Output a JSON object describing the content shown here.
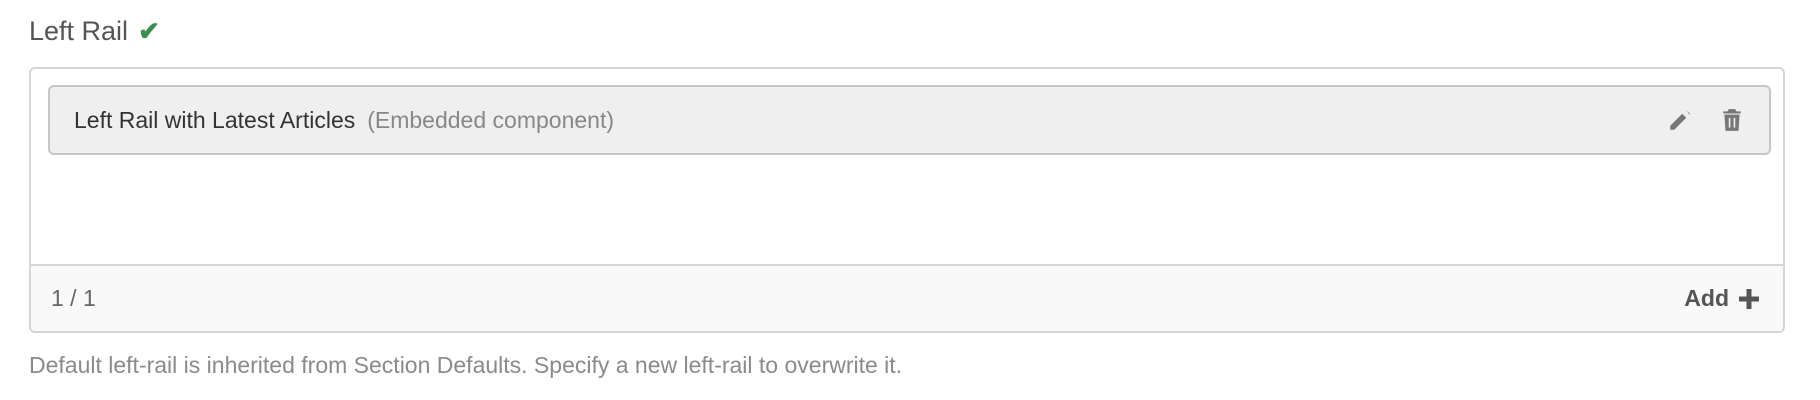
{
  "field": {
    "label": "Left Rail",
    "status_icon": "check-icon",
    "status_color": "#3a8f4e"
  },
  "items": [
    {
      "name": "Left Rail with Latest Articles",
      "type": "(Embedded component)",
      "actions": [
        "pencil-icon",
        "trash-icon"
      ]
    }
  ],
  "footer": {
    "count": "1 / 1",
    "add_label": "Add",
    "add_icon": "plus-icon"
  },
  "help_text": "Default left-rail is inherited from Section Defaults. Specify a new left-rail to overwrite it."
}
